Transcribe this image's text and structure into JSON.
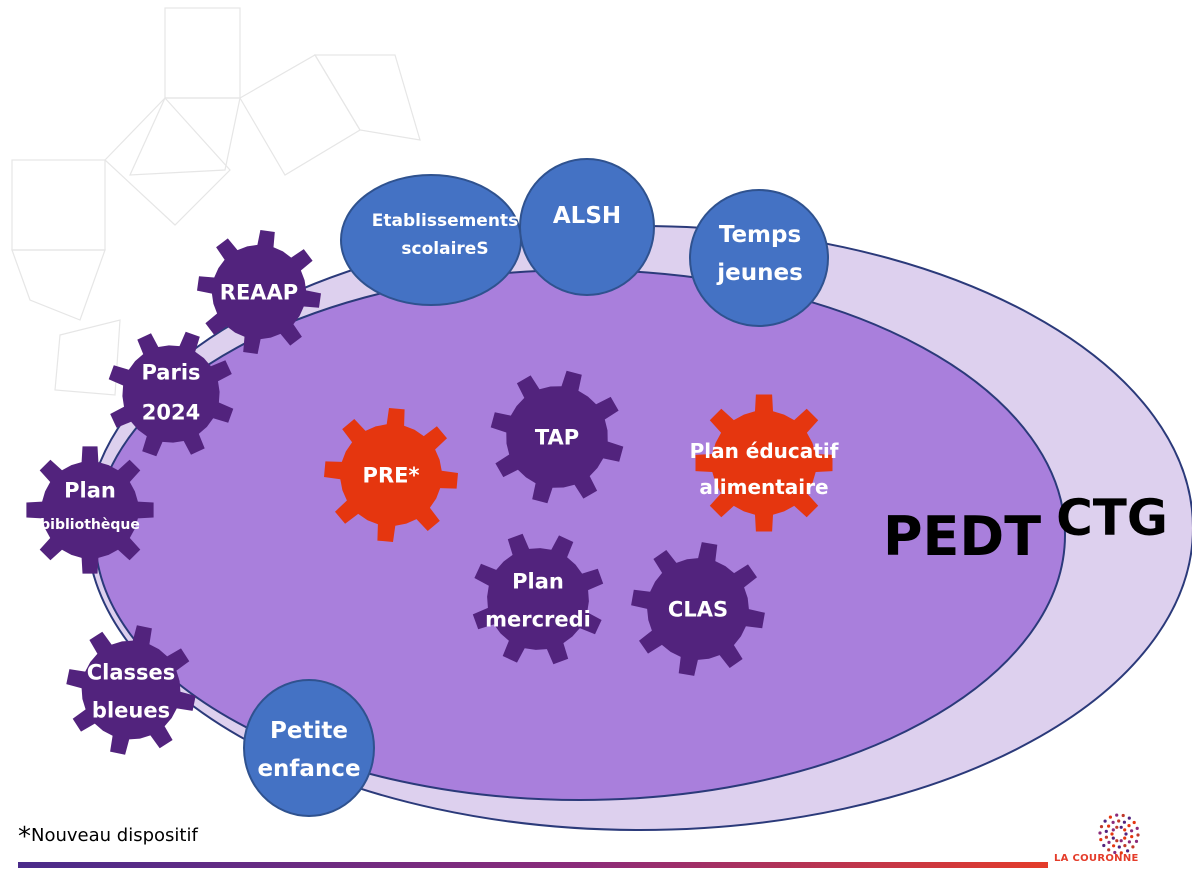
{
  "outer_ring": {
    "label": "CTG",
    "color": "#ddd0ee"
  },
  "inner_ring": {
    "label": "PEDT",
    "color": "#a97fdc"
  },
  "bubbles": [
    {
      "id": "etablissements",
      "lines": [
        "Etablissements",
        "scolaireS"
      ]
    },
    {
      "id": "alsh",
      "lines": [
        "ALSH"
      ]
    },
    {
      "id": "temps-jeunes",
      "lines": [
        "Temps",
        "jeunes"
      ]
    },
    {
      "id": "petite-enfance",
      "lines": [
        "Petite",
        "enfance"
      ]
    }
  ],
  "gears": [
    {
      "id": "reaap",
      "lines": [
        "REAAP"
      ],
      "new": false
    },
    {
      "id": "paris-2024",
      "lines": [
        "Paris",
        "2024"
      ],
      "new": false
    },
    {
      "id": "plan-bibliotheque",
      "lines": [
        "Plan",
        "bibliothèque"
      ],
      "new": false
    },
    {
      "id": "classes-bleues",
      "lines": [
        "Classes",
        "bleues"
      ],
      "new": false
    },
    {
      "id": "pre",
      "lines": [
        "PRE*"
      ],
      "new": true
    },
    {
      "id": "tap",
      "lines": [
        "TAP"
      ],
      "new": false
    },
    {
      "id": "plan-educatif",
      "lines": [
        "Plan éducatif",
        "alimentaire"
      ],
      "new": true
    },
    {
      "id": "plan-mercredi",
      "lines": [
        "Plan",
        "mercredi"
      ],
      "new": false
    },
    {
      "id": "clas",
      "lines": [
        "CLAS"
      ],
      "new": false
    }
  ],
  "colors": {
    "gear": "#52237d",
    "gear_new": "#e5360f",
    "bubble": "#4472c4",
    "bubble_stroke": "#2f528f"
  },
  "footnote": {
    "star": "*",
    "text": "Nouveau dispositif"
  },
  "logo": {
    "text": "LA COURONNE",
    "icon": "couronne-logo-icon"
  }
}
